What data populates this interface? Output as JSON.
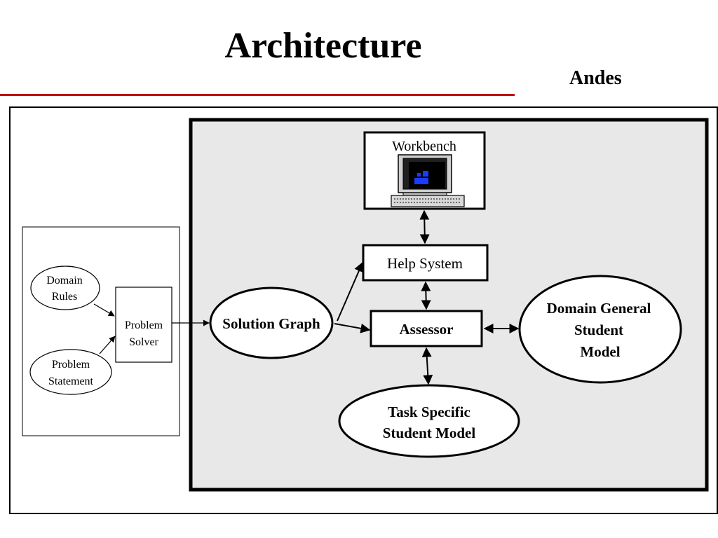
{
  "slide": {
    "title": "Architecture",
    "subtitle": "Andes"
  },
  "diagram": {
    "nodes": {
      "domain_rules": {
        "lines": [
          "Domain",
          "Rules"
        ]
      },
      "problem_statement": {
        "lines": [
          "Problem",
          "Statement"
        ]
      },
      "problem_solver": {
        "lines": [
          "Problem",
          "Solver"
        ]
      },
      "solution_graph": {
        "label": "Solution Graph"
      },
      "workbench": {
        "label": "Workbench",
        "icon": "computer-icon"
      },
      "help_system": {
        "label": "Help System"
      },
      "assessor": {
        "label": "Assessor"
      },
      "domain_general_model": {
        "lines": [
          "Domain General",
          "Student",
          "Model"
        ]
      },
      "task_specific_model": {
        "lines": [
          "Task Specific",
          "Student Model"
        ]
      }
    },
    "colors": {
      "inner_panel": "#e8e8e8",
      "title_rule": "#c01010",
      "screen_glyph": "#1a3cff"
    }
  }
}
